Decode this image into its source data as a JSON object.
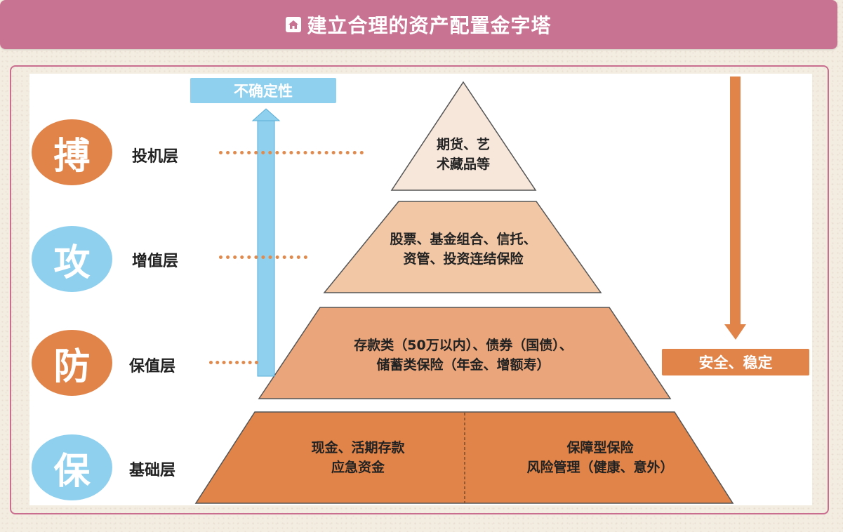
{
  "header": {
    "title": "建立合理的资产配置金字塔",
    "icon": "home-icon"
  },
  "arrows": {
    "up_label": "不确定性",
    "down_label": "安全、稳定"
  },
  "layers": [
    {
      "char": "搏",
      "name": "投机层",
      "text": [
        "期货、艺",
        "术藏品等"
      ],
      "color": "#f7e6da",
      "circle_color": "#e0844a"
    },
    {
      "char": "攻",
      "name": "增值层",
      "text": [
        "股票、基金组合、信托、",
        "资管、投资连结保险"
      ],
      "color": "#f1c7a6",
      "circle_color": "#8fd0ef"
    },
    {
      "char": "防",
      "name": "保值层",
      "text": [
        "存款类（50万以内）、债券（国债）、",
        "储蓄类保险（年金、增额寿）"
      ],
      "color": "#eba57a",
      "circle_color": "#e0844a"
    },
    {
      "char": "保",
      "name": "基础层",
      "left_text": [
        "现金、活期存款",
        "应急资金"
      ],
      "right_text": [
        "保障型保险",
        "风险管理（健康、意外）"
      ],
      "color": "#e0844a",
      "circle_color": "#8fd0ef"
    }
  ]
}
